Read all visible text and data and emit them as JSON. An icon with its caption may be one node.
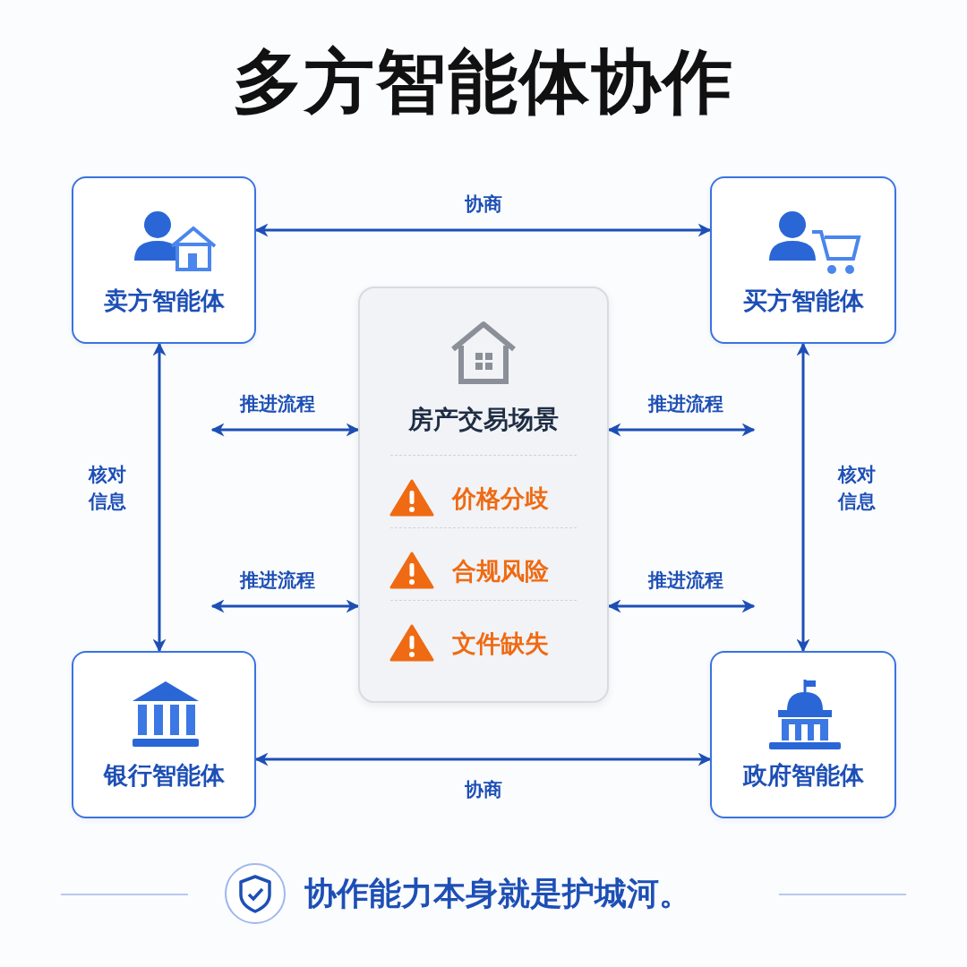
{
  "diagram": {
    "title": "多方智能体协作",
    "nodes": [
      {
        "text": [
          "卖方智能体"
        ]
      },
      {
        "text": [
          "买方智能体"
        ]
      },
      {
        "text": [
          "房产交易场景",
          "价格分歧",
          "合规风险",
          "文件缺失"
        ]
      },
      {
        "text": [
          "银行智能体"
        ]
      },
      {
        "text": [
          "政府智能体"
        ]
      }
    ],
    "edges": [
      {
        "from": 0,
        "to": 1,
        "arrow": "both",
        "label": "协商"
      },
      {
        "from": 0,
        "to": 3,
        "arrow": "both",
        "label": "核对信息"
      },
      {
        "from": 1,
        "to": 4,
        "arrow": "both",
        "label": "核对信息"
      },
      {
        "from": 3,
        "to": 4,
        "arrow": "both",
        "label": "协商"
      },
      {
        "from": null,
        "to": 2,
        "arrow": "both",
        "label": "推进流程"
      },
      {
        "from": null,
        "to": 2,
        "arrow": "both",
        "label": "推进流程"
      },
      {
        "from": null,
        "to": 2,
        "arrow": "both",
        "label": "推进流程"
      },
      {
        "from": null,
        "to": 2,
        "arrow": "both",
        "label": "推进流程"
      }
    ],
    "labels": [
      "协作能力本身就是护城河。"
    ]
  }
}
